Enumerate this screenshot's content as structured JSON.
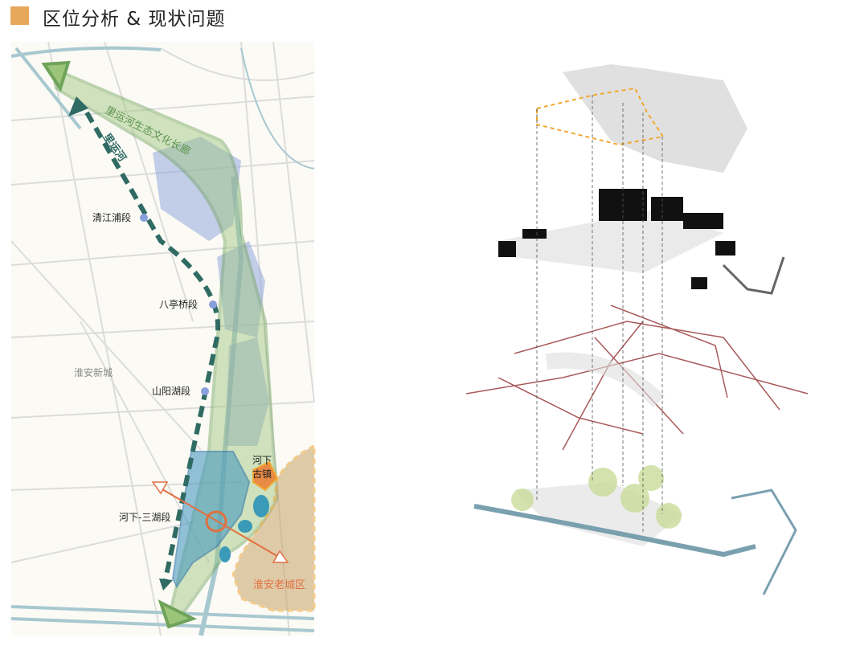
{
  "header": {
    "title": "区位分析 & 现状问题",
    "accent_color": "#e7a85c"
  },
  "map": {
    "corridor_label": "里运河生态文化长廊",
    "canal_label": "里运河",
    "segments": [
      "清江浦段",
      "八亭桥段",
      "山阳湖段",
      "河下-三湖段"
    ],
    "district_new": "淮安新城",
    "ancient_town": [
      "河下",
      "古镇"
    ],
    "old_city": "淮安老城区",
    "colors": {
      "corridor": "#6fa35a",
      "canal": "#2f6b63",
      "segment": "#8aa0dc",
      "old_city": "#f0a830",
      "axis": "#e07040"
    }
  }
}
